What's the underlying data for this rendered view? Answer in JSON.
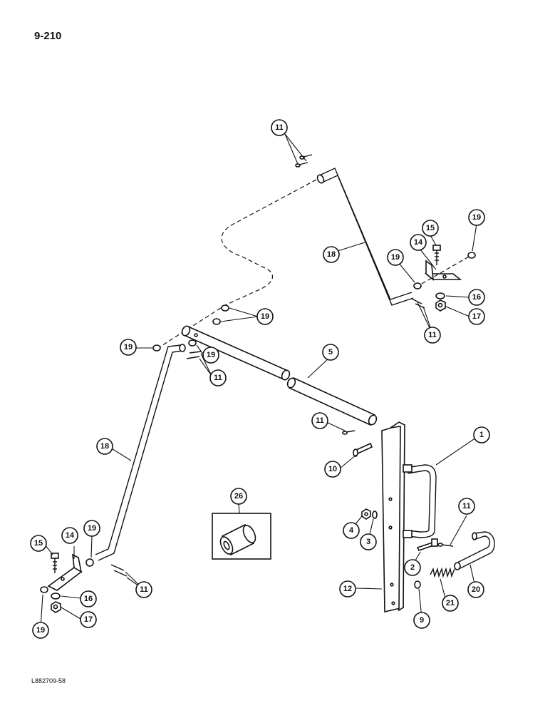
{
  "page_number": "9-210",
  "drawing_code": "L882709-58",
  "callouts": [
    {
      "id": "c11a",
      "label": "11"
    },
    {
      "id": "c18a",
      "label": "18"
    },
    {
      "id": "c15a",
      "label": "15"
    },
    {
      "id": "c19a",
      "label": "19"
    },
    {
      "id": "c14a",
      "label": "14"
    },
    {
      "id": "c19b",
      "label": "19"
    },
    {
      "id": "c16a",
      "label": "16"
    },
    {
      "id": "c17a",
      "label": "17"
    },
    {
      "id": "c11b",
      "label": "11"
    },
    {
      "id": "c19c",
      "label": "19"
    },
    {
      "id": "c19d",
      "label": "19"
    },
    {
      "id": "c19e",
      "label": "19"
    },
    {
      "id": "c11c",
      "label": "11"
    },
    {
      "id": "c5",
      "label": "5"
    },
    {
      "id": "c11d",
      "label": "11"
    },
    {
      "id": "c10",
      "label": "10"
    },
    {
      "id": "c1",
      "label": "1"
    },
    {
      "id": "c18b",
      "label": "18"
    },
    {
      "id": "c26",
      "label": "26"
    },
    {
      "id": "c15b",
      "label": "15"
    },
    {
      "id": "c14b",
      "label": "14"
    },
    {
      "id": "c19f",
      "label": "19"
    },
    {
      "id": "c16b",
      "label": "16"
    },
    {
      "id": "c17b",
      "label": "17"
    },
    {
      "id": "c19g",
      "label": "19"
    },
    {
      "id": "c11e",
      "label": "11"
    },
    {
      "id": "c4",
      "label": "4"
    },
    {
      "id": "c3",
      "label": "3"
    },
    {
      "id": "c11f",
      "label": "11"
    },
    {
      "id": "c2",
      "label": "2"
    },
    {
      "id": "c12",
      "label": "12"
    },
    {
      "id": "c9",
      "label": "9"
    },
    {
      "id": "c21",
      "label": "21"
    },
    {
      "id": "c20",
      "label": "20"
    }
  ]
}
